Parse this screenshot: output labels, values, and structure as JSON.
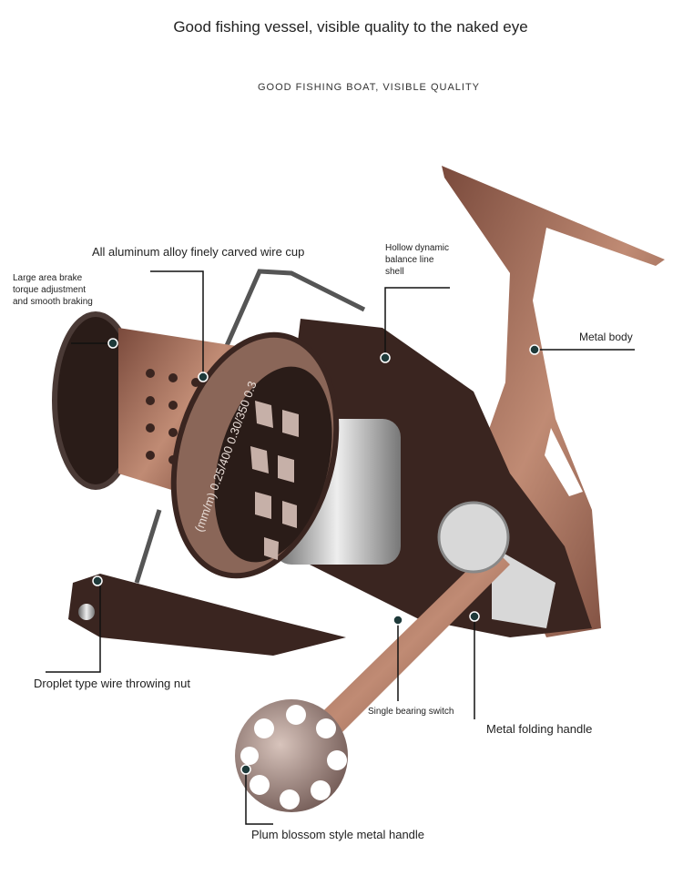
{
  "header": {
    "title": "Good fishing vessel, visible quality to the naked eye",
    "subtitle": "GOOD FISHING BOAT, VISIBLE QUALITY"
  },
  "spool_marking": "(mm/m) 0.25/400  0.30/350  0.3",
  "callouts": {
    "wire_cup": "All aluminum alloy finely carved wire cup",
    "brake": [
      "Large area brake",
      "torque adjustment",
      "and smooth braking"
    ],
    "shell": [
      "Hollow dynamic",
      "balance line",
      "shell"
    ],
    "body": "Metal body",
    "nut": "Droplet type wire throwing nut",
    "switch": "Single bearing switch",
    "folding_handle": "Metal folding handle",
    "plum_handle": "Plum blossom style metal handle"
  },
  "colors": {
    "copper": "#a9705a",
    "dark": "#2a1c18",
    "silver": "#c9c9c9",
    "dot": "#1e3a3a"
  }
}
